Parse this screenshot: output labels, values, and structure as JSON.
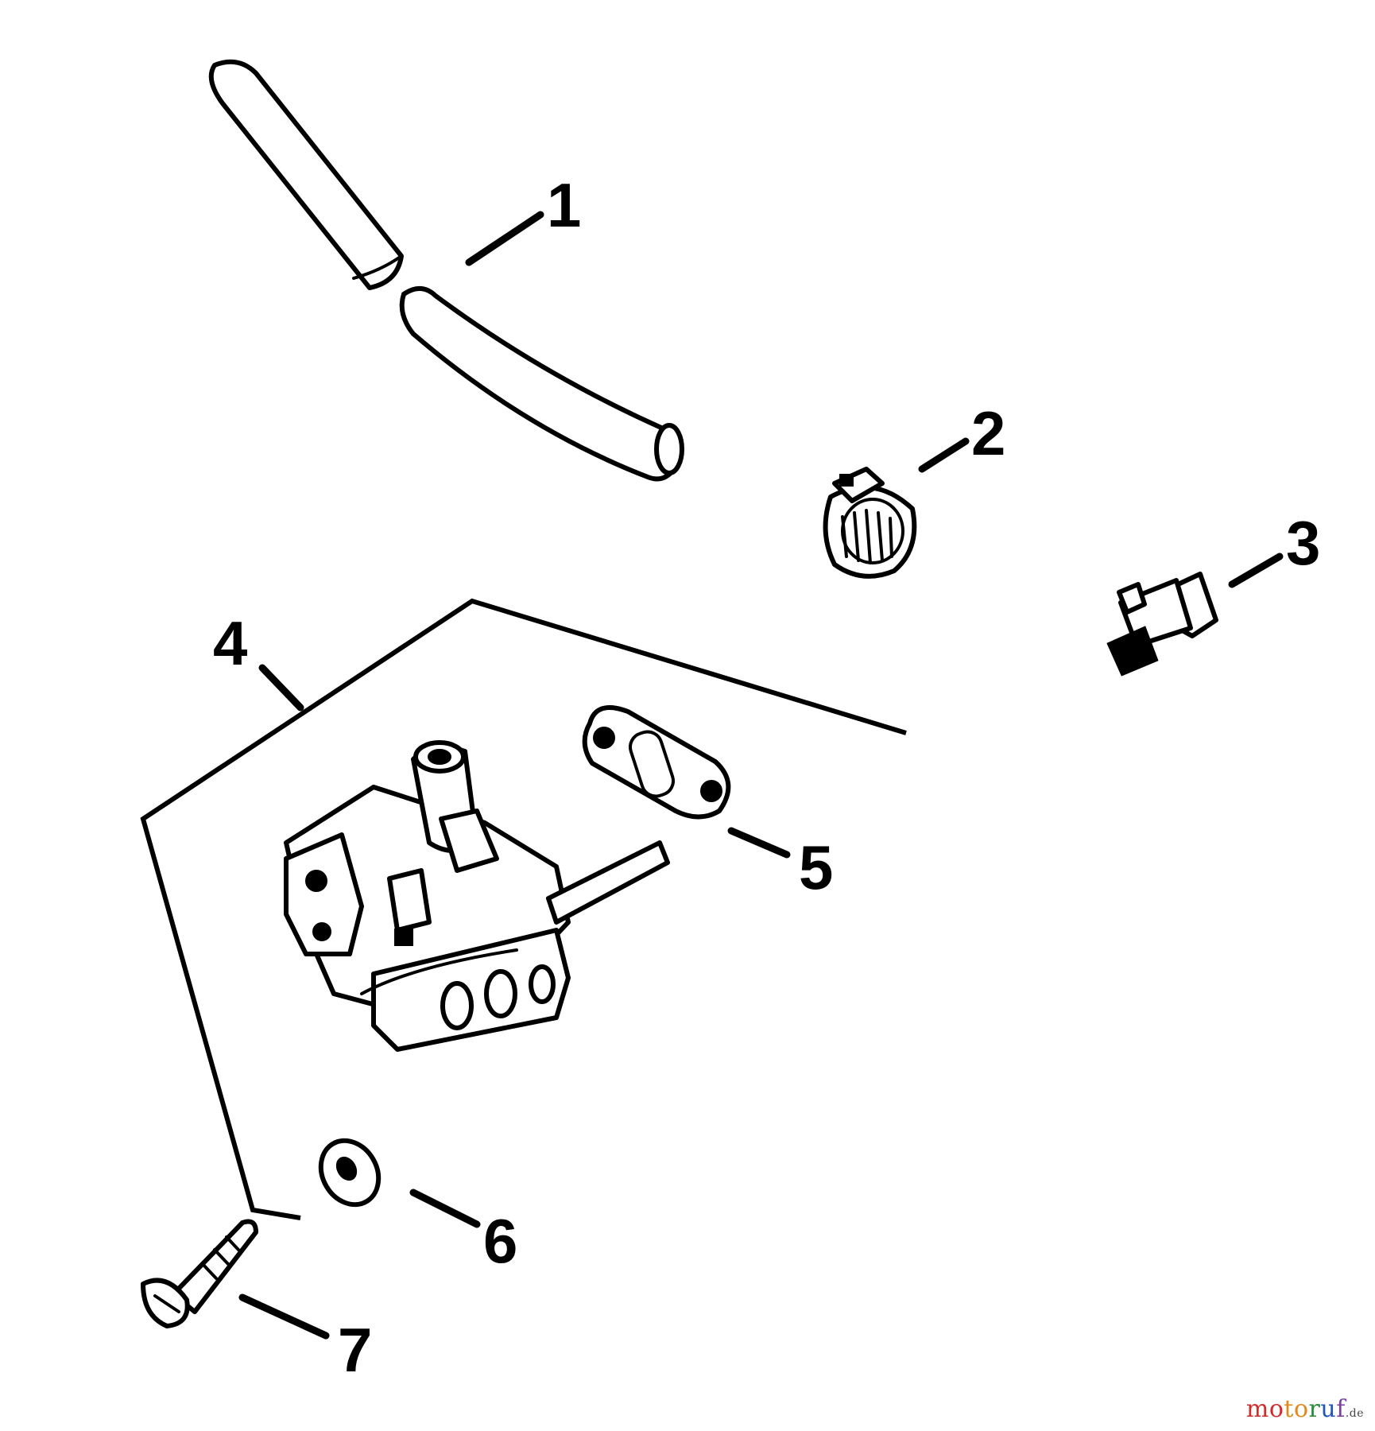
{
  "diagram": {
    "callouts": [
      {
        "id": "1",
        "label": "1"
      },
      {
        "id": "2",
        "label": "2"
      },
      {
        "id": "3",
        "label": "3"
      },
      {
        "id": "4",
        "label": "4"
      },
      {
        "id": "5",
        "label": "5"
      },
      {
        "id": "6",
        "label": "6"
      },
      {
        "id": "7",
        "label": "7"
      }
    ]
  },
  "watermark": {
    "part1": "mo",
    "part2": "to",
    "part3": "r",
    "part4": "u",
    "part5": "f",
    "tld": ".de"
  },
  "colors": {
    "line": "#000000",
    "background": "#ffffff"
  }
}
